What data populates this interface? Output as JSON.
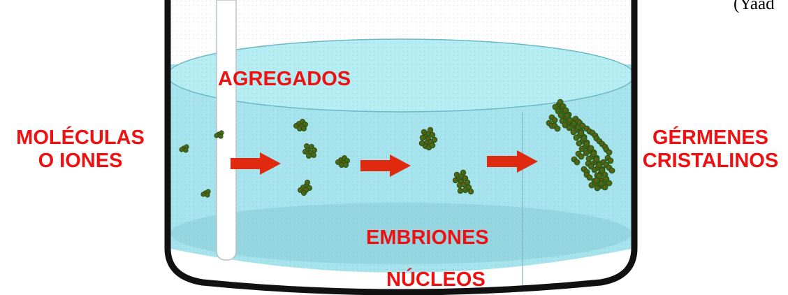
{
  "labels": {
    "agregados": "AGREGADOS",
    "moleculas_line1": "MOLÉCULAS",
    "moleculas_line2": "O IONES",
    "germenes_line1": "GÉRMENES",
    "germenes_line2": "CRISTALINOS",
    "embriones": "EMBRIONES",
    "nucleos": "NÚCLEOS"
  },
  "citation_fragment": "(Yaad",
  "colors": {
    "label_red": "#ee1111",
    "arrow_red": "#e02a10",
    "liquid": "#a6e3ec",
    "liquid_surface": "#b6edf3",
    "vessel_wall": "#111111",
    "cluster_green": "#3d6b1a",
    "cluster_dot": "#c04018"
  },
  "icons": [
    "beaker-icon",
    "stirring-rod-icon",
    "arrow-right-icon",
    "crystal-cluster-icon"
  ]
}
